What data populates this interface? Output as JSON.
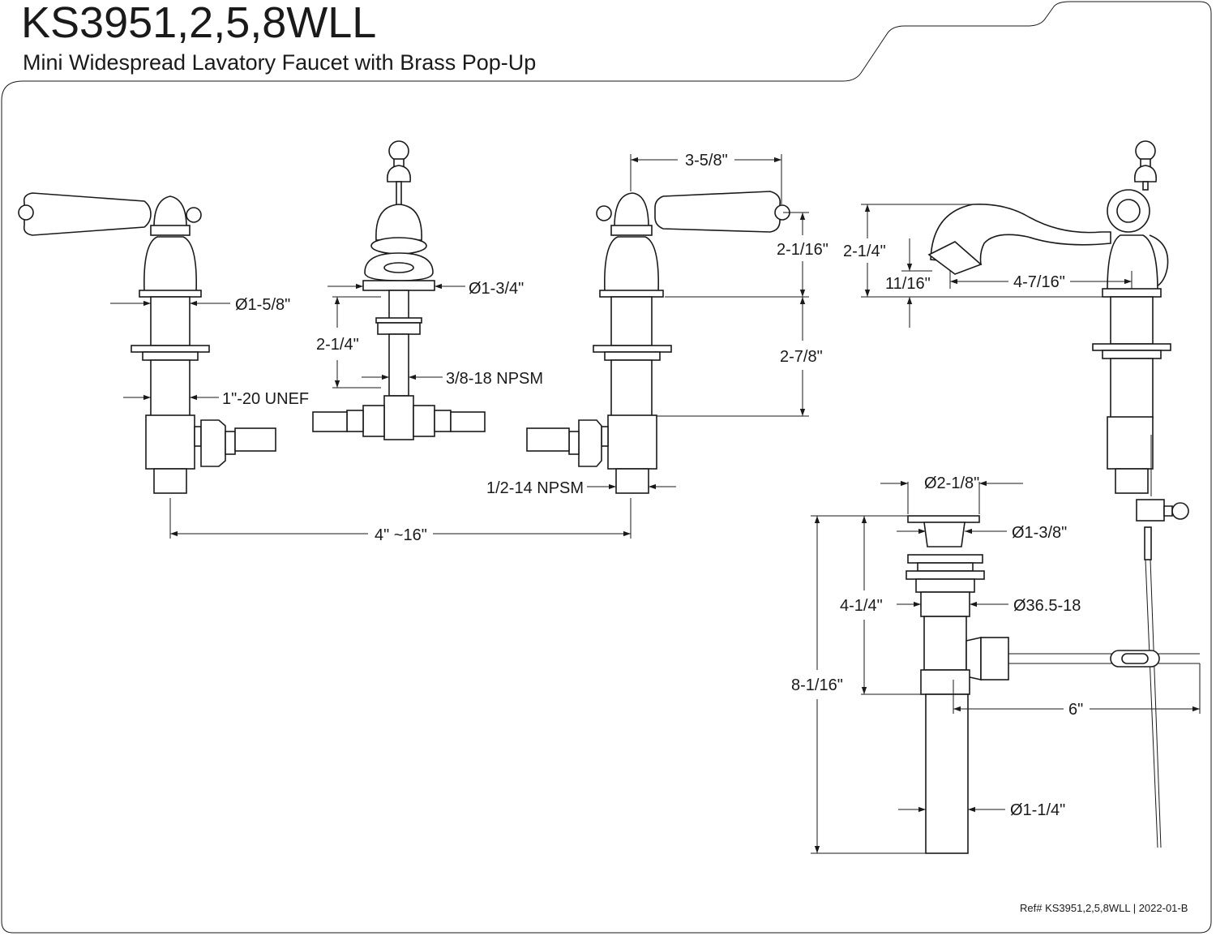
{
  "header": {
    "model": "KS3951,2,5,8WLL",
    "description": "Mini Widespread Lavatory Faucet with Brass Pop-Up"
  },
  "dimensions": {
    "shank_dia": "Ø1-5/8\"",
    "thread_unef": "1\"-20 UNEF",
    "spout_base_dia": "Ø1-3/4\"",
    "spout_shank_len": "2-1/4\"",
    "spout_thread": "3/8-18 NPSM",
    "handle_length": "3-5/8\"",
    "handle_height": "2-1/16\"",
    "shank_length": "2-7/8\"",
    "outlet_thread": "1/2-14 NPSM",
    "center_spread": "4\" ~16\"",
    "spout_height": "2-1/4\"",
    "aerator_height": "11/16\"",
    "spout_reach": "4-7/16\"",
    "flange_dia": "Ø2-1/8\"",
    "stopper_dia": "Ø1-3/8\"",
    "body_thread": "Ø36.5-18",
    "drain_upper_len": "4-1/4\"",
    "drain_total_len": "8-1/16\"",
    "pivot_length": "6\"",
    "tail_dia": "Ø1-1/4\""
  },
  "footer": {
    "reference": "Ref# KS3951,2,5,8WLL | 2022-01-B"
  }
}
